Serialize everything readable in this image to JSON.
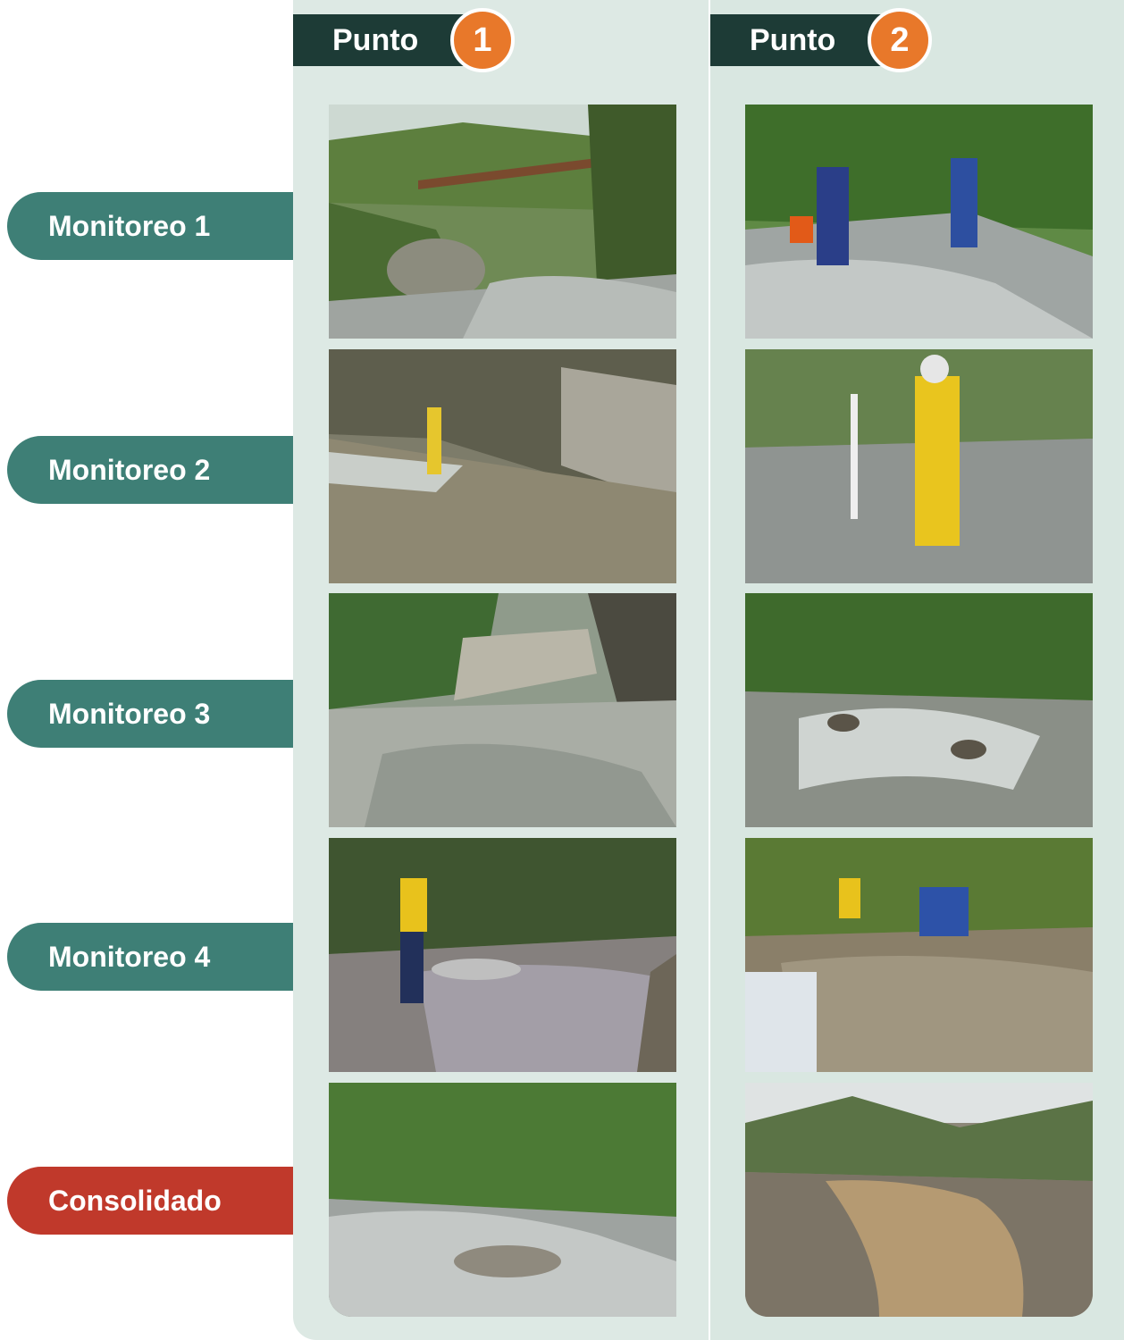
{
  "columns": [
    {
      "label": "Punto",
      "number": "1"
    },
    {
      "label": "Punto",
      "number": "2"
    }
  ],
  "rows": [
    {
      "label": "Monitoreo 1"
    },
    {
      "label": "Monitoreo 2"
    },
    {
      "label": "Monitoreo 3"
    },
    {
      "label": "Monitoreo 4"
    },
    {
      "label": "Consolidado"
    }
  ],
  "colors": {
    "header_bg": "#1d3b36",
    "badge": "#e8782a",
    "row_label": "#3e7f76",
    "consolidado_label": "#c0392b",
    "panel_bg": "#dde9e4"
  }
}
